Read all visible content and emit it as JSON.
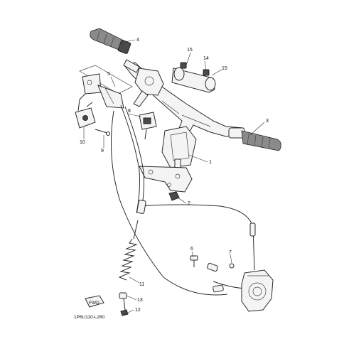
{
  "diagram": {
    "callouts": {
      "c1": "1",
      "c2": "2",
      "c3": "3",
      "c4": "4",
      "c5": "5",
      "c6": "6",
      "c7": "7",
      "c8": "8",
      "c9": "9",
      "c10": "10",
      "c11": "11",
      "c12": "12",
      "c13": "13",
      "c14": "14",
      "c15a": "15",
      "c15b": "15"
    },
    "fwd_badge": "FWD",
    "figure_code": "1P6U110-L260"
  }
}
